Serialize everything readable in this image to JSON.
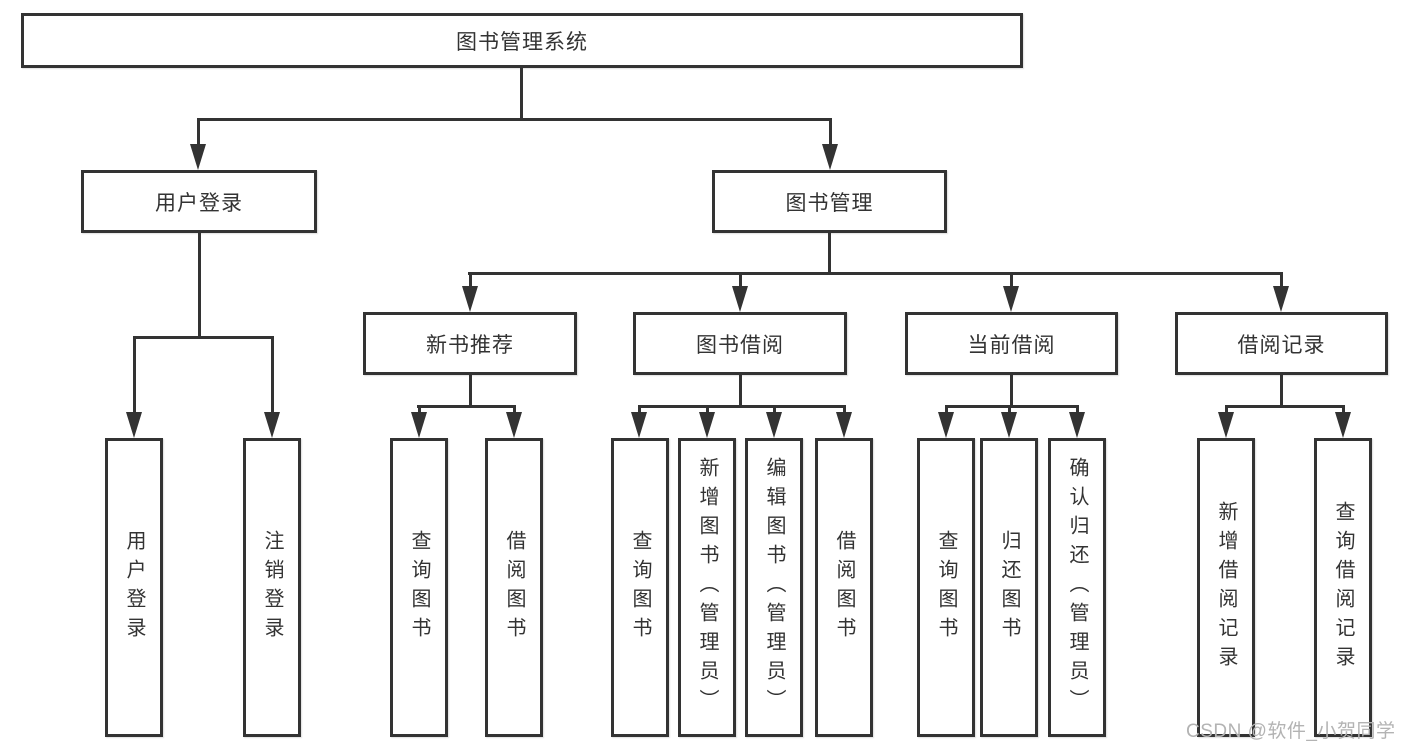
{
  "diagram": {
    "root": {
      "label": "图书管理系统"
    },
    "level2": [
      {
        "label": "用户登录"
      },
      {
        "label": "图书管理"
      }
    ],
    "level3": [
      {
        "label": "新书推荐"
      },
      {
        "label": "图书借阅"
      },
      {
        "label": "当前借阅"
      },
      {
        "label": "借阅记录"
      }
    ],
    "leaves": {
      "user_login": [
        {
          "label": "用户登录"
        },
        {
          "label": "注销登录"
        }
      ],
      "new_books": [
        {
          "label": "查询图书"
        },
        {
          "label": "借阅图书"
        }
      ],
      "book_borrow": [
        {
          "label": "查询图书"
        },
        {
          "label": "新增图书（管理员）"
        },
        {
          "label": "编辑图书（管理员）"
        },
        {
          "label": "借阅图书"
        }
      ],
      "current_borrow": [
        {
          "label": "查询图书"
        },
        {
          "label": "归还图书"
        },
        {
          "label": "确认归还（管理员）"
        }
      ],
      "borrow_records": [
        {
          "label": "新增借阅记录"
        },
        {
          "label": "查询借阅记录"
        }
      ]
    },
    "colors": {
      "line": "#333333",
      "text": "#333333",
      "watermark": "#b3b3b3",
      "background": "#ffffff"
    }
  },
  "watermark": {
    "text": "CSDN @软件_小贺同学"
  }
}
